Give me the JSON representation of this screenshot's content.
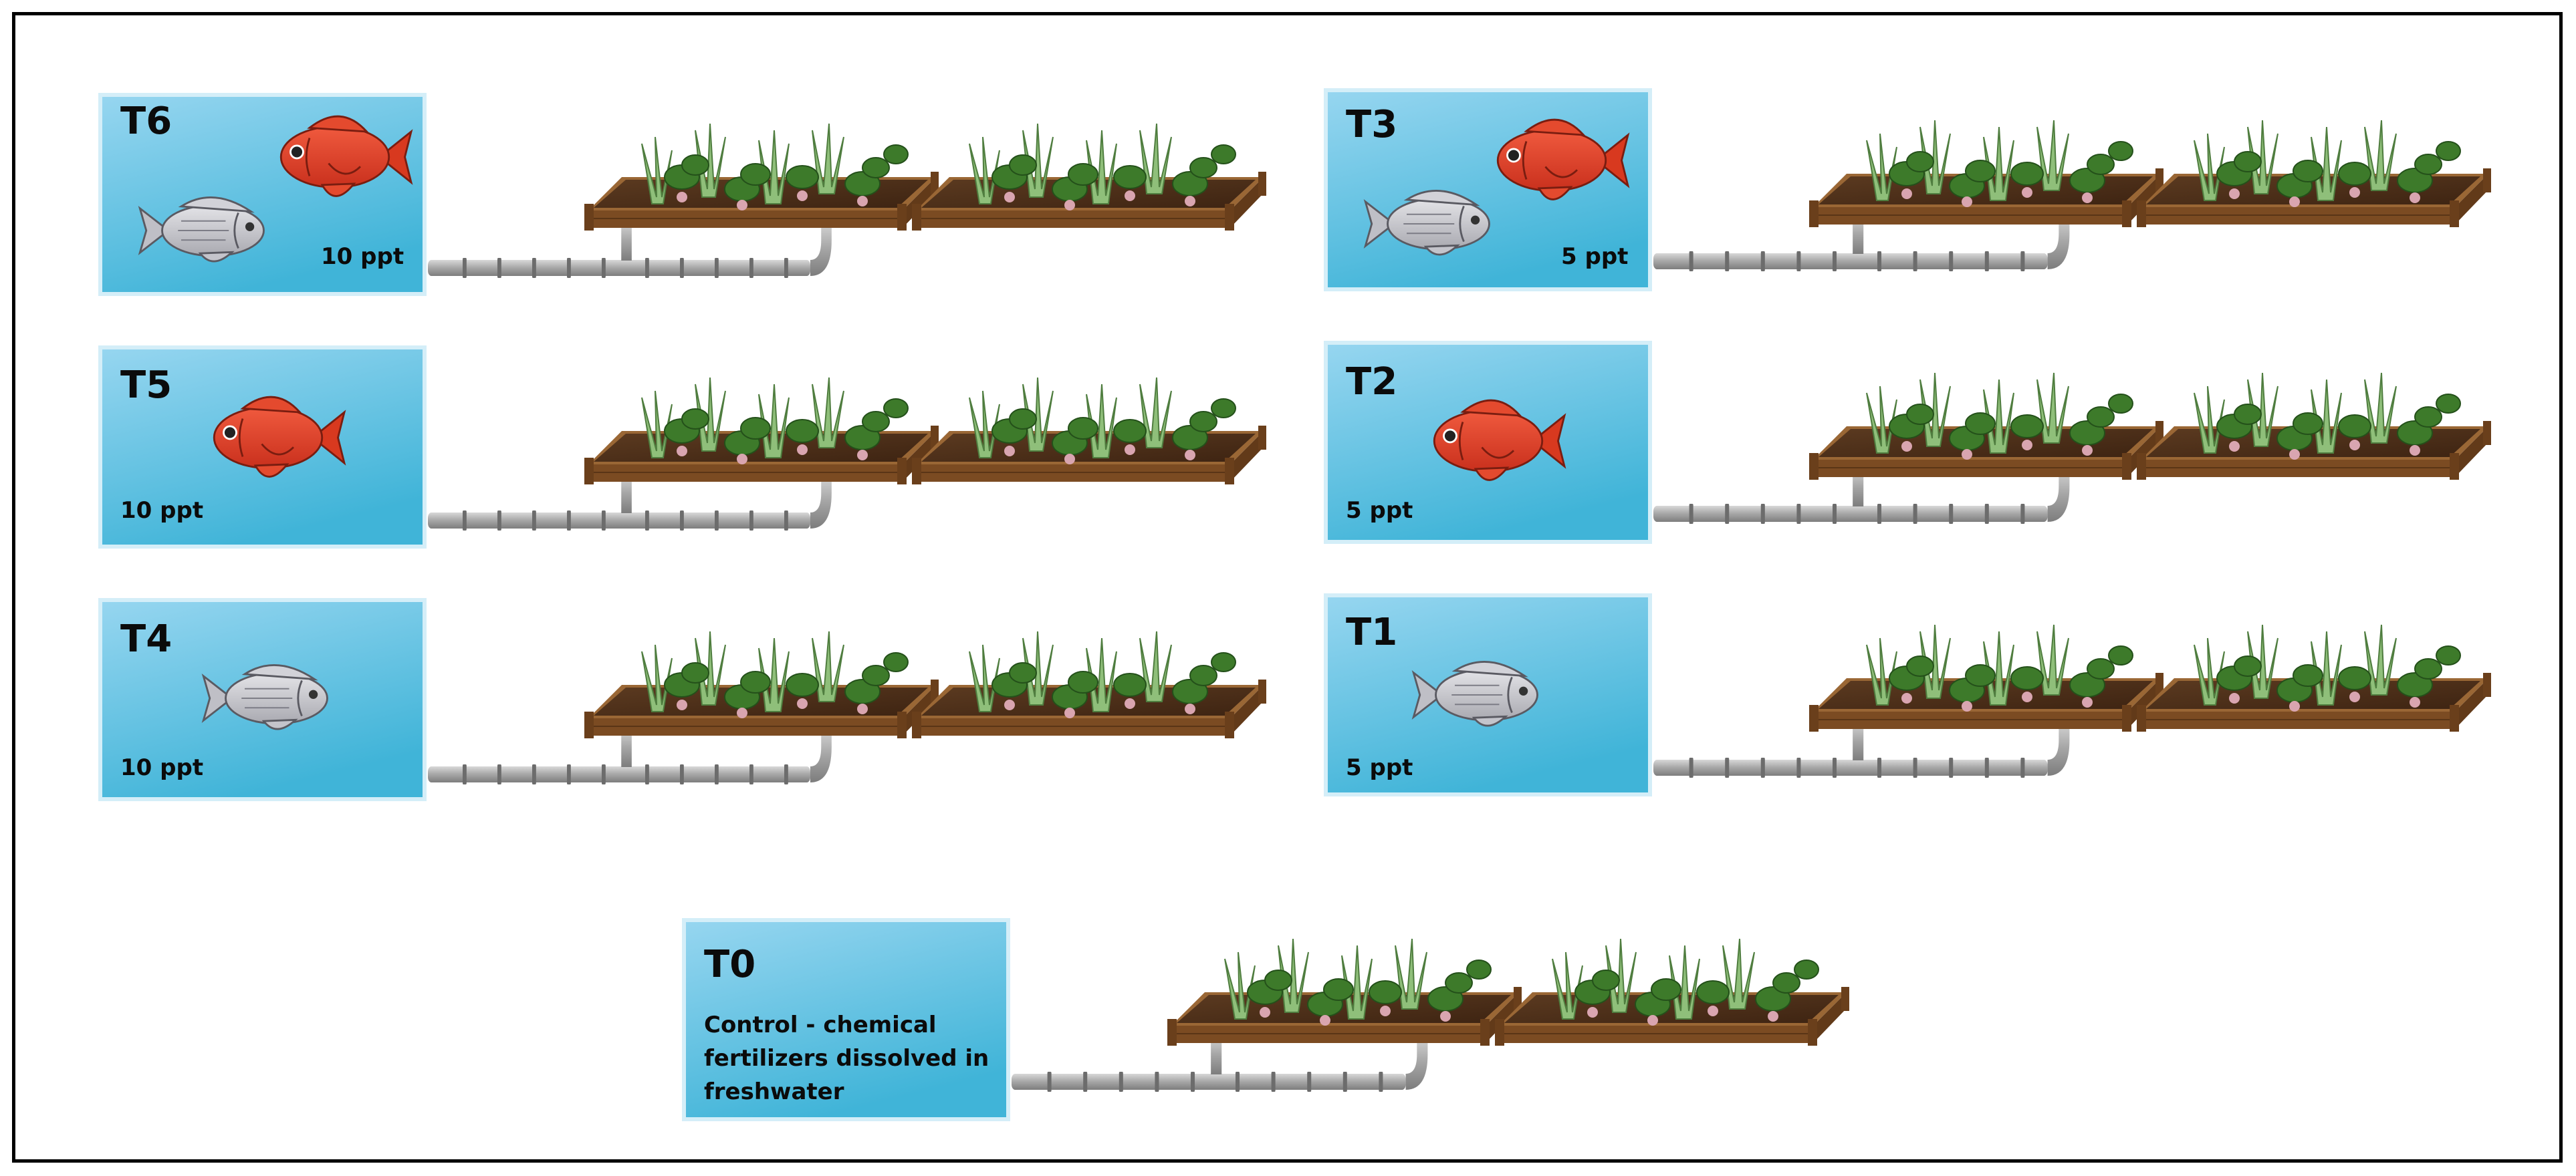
{
  "colors": {
    "tank_top": "#90d3ef",
    "tank_bottom": "#3cb4d8",
    "tank_border": "#cdebf7",
    "pipe": "#a9a9a9",
    "pipe_joint": "#6f6f6f",
    "bed_wood": "#8a5a2b",
    "bed_soil": "#4a2a16",
    "plant_green": "#3f8a2a",
    "plant_light": "#8fbf7a",
    "red_fish": "#e0412b",
    "white_fish": "#cfcfd4"
  },
  "treatments": [
    {
      "id": "T6",
      "label": "T6",
      "note": "10 ppt",
      "fish": [
        "white-fish",
        "red-fish"
      ]
    },
    {
      "id": "T5",
      "label": "T5",
      "note": "10 ppt",
      "fish": [
        "red-fish"
      ]
    },
    {
      "id": "T4",
      "label": "T4",
      "note": "10 ppt",
      "fish": [
        "white-fish"
      ]
    },
    {
      "id": "T3",
      "label": "T3",
      "note": "5 ppt",
      "fish": [
        "white-fish",
        "red-fish"
      ]
    },
    {
      "id": "T2",
      "label": "T2",
      "note": "5 ppt",
      "fish": [
        "red-fish"
      ]
    },
    {
      "id": "T1",
      "label": "T1",
      "note": "5 ppt",
      "fish": [
        "white-fish"
      ]
    },
    {
      "id": "T0",
      "label": "T0",
      "note_lines": [
        "Control - chemical",
        "fertilizers dissolved in",
        "freshwater"
      ],
      "fish": []
    }
  ]
}
